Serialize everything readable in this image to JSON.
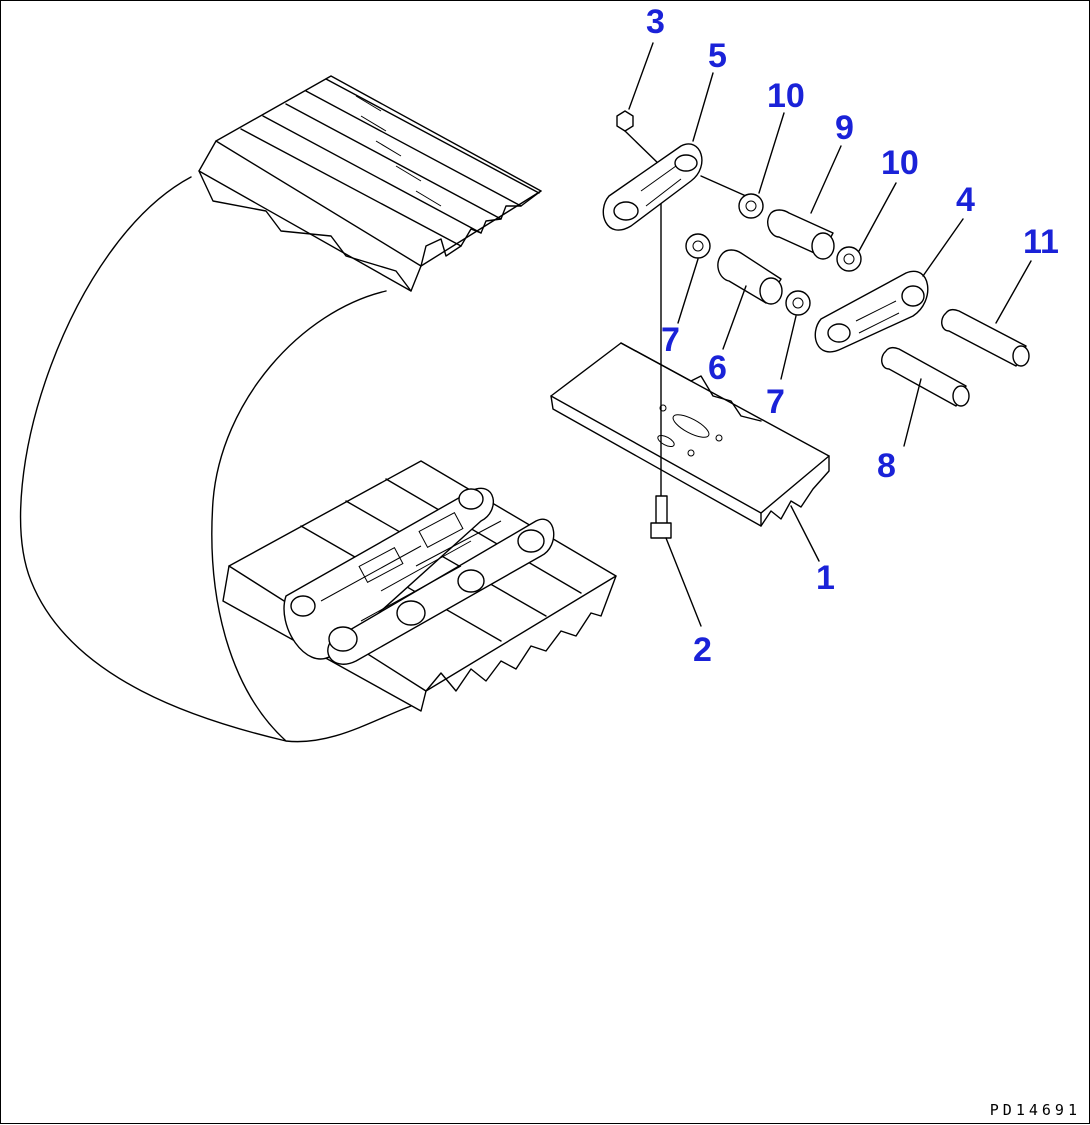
{
  "drawing_number": "PD14691",
  "callouts": [
    {
      "id": "c3",
      "label": "3"
    },
    {
      "id": "c5",
      "label": "5"
    },
    {
      "id": "c10a",
      "label": "10"
    },
    {
      "id": "c9",
      "label": "9"
    },
    {
      "id": "c10b",
      "label": "10"
    },
    {
      "id": "c4",
      "label": "4"
    },
    {
      "id": "c11",
      "label": "11"
    },
    {
      "id": "c7a",
      "label": "7"
    },
    {
      "id": "c6",
      "label": "6"
    },
    {
      "id": "c7b",
      "label": "7"
    },
    {
      "id": "c8",
      "label": "8"
    },
    {
      "id": "c1",
      "label": "1"
    },
    {
      "id": "c2",
      "label": "2"
    }
  ],
  "colors": {
    "callout": "#1a22d8",
    "line": "#000000",
    "background": "#ffffff"
  }
}
